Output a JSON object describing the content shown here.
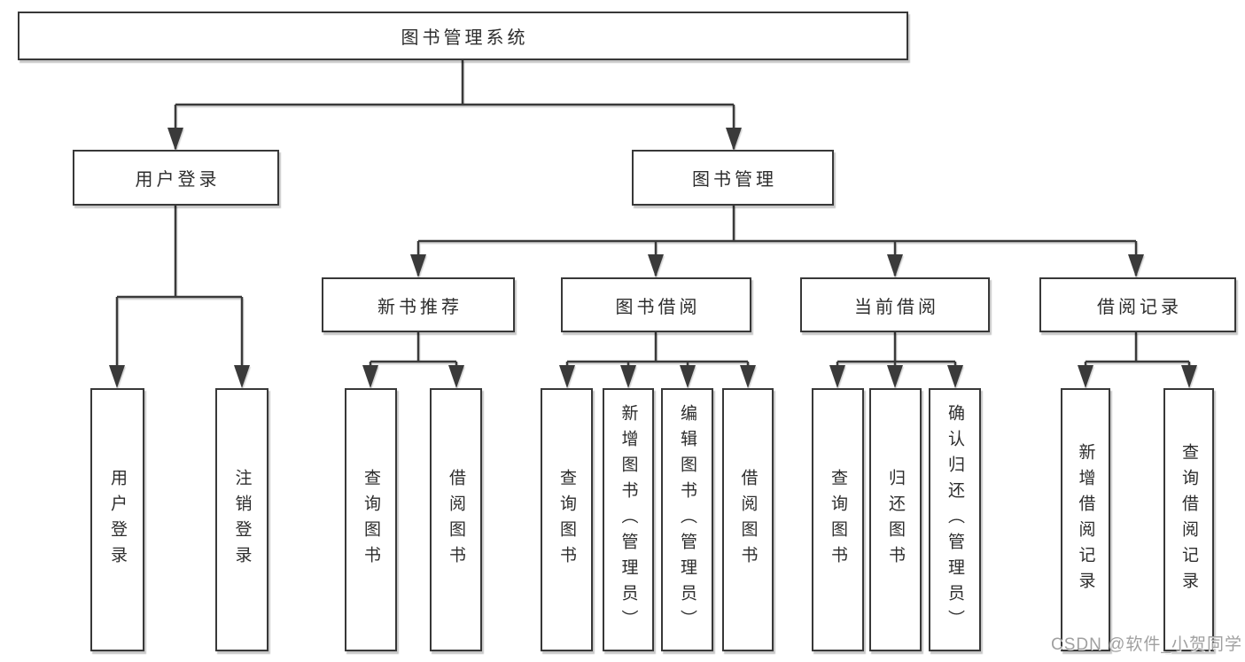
{
  "diagram": {
    "root": {
      "label": "图书管理系统"
    },
    "user_login_branch": {
      "label": "用户登录",
      "children": {
        "login": {
          "label": "用户登录"
        },
        "logout": {
          "label": "注销登录"
        }
      }
    },
    "book_mgmt_branch": {
      "label": "图书管理",
      "groups": {
        "new_books": {
          "label": "新书推荐",
          "children": {
            "query": {
              "label": "查询图书"
            },
            "borrow": {
              "label": "借阅图书"
            }
          }
        },
        "borrowing": {
          "label": "图书借阅",
          "children": {
            "query": {
              "label": "查询图书"
            },
            "add": {
              "label": "新增图书（管理员）"
            },
            "edit": {
              "label": "编辑图书（管理员）"
            },
            "borrow": {
              "label": "借阅图书"
            }
          }
        },
        "current": {
          "label": "当前借阅",
          "children": {
            "query": {
              "label": "查询图书"
            },
            "return": {
              "label": "归还图书"
            },
            "confirm": {
              "label": "确认归还（管理员）"
            }
          }
        },
        "records": {
          "label": "借阅记录",
          "children": {
            "add": {
              "label": "新增借阅记录"
            },
            "query": {
              "label": "查询借阅记录"
            }
          }
        }
      }
    }
  },
  "watermark": {
    "text": "CSDN @软件_小贺同学"
  },
  "colors": {
    "line": "#3a3a3a",
    "box_border": "#383838",
    "text": "#2d2d2d",
    "watermark": "#a0a0a0",
    "background": "#ffffff"
  }
}
